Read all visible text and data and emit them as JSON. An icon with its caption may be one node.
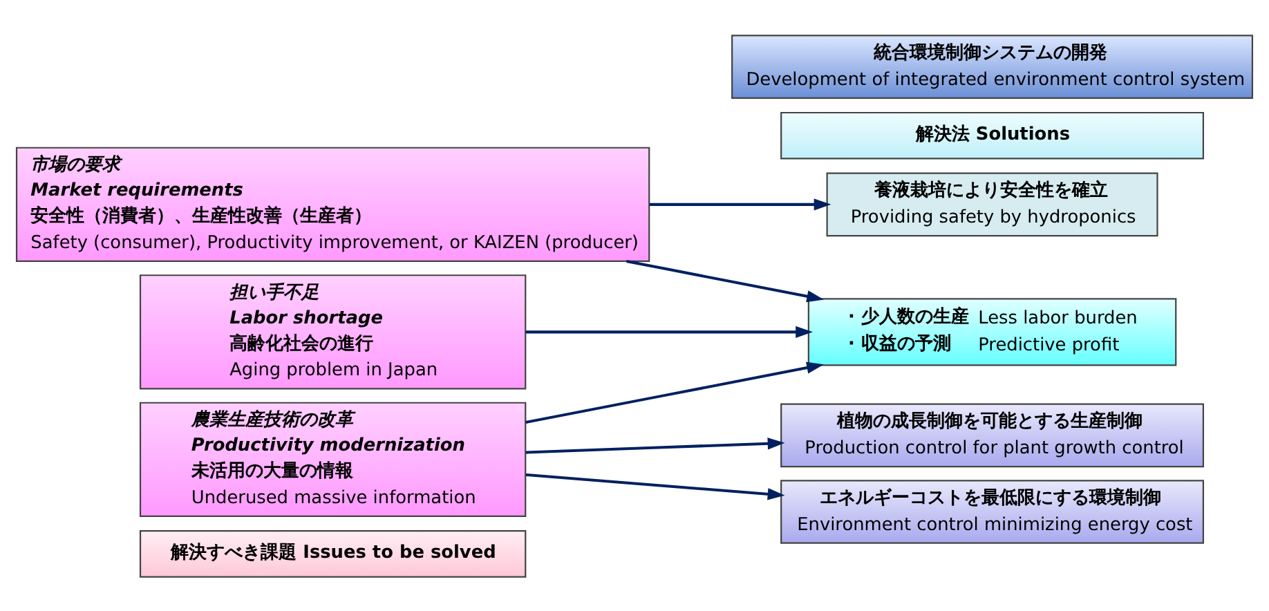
{
  "diagram": {
    "nodes": [
      {
        "text": [
          "解決すべき課題 Issues to be solved"
        ]
      },
      {
        "text": [
          "市場の要求",
          "Market requirements",
          "安全性（消費者）、生産性改善（生産者）",
          "Safety (consumer), Productivity improvement, or KAIZEN (producer)"
        ]
      },
      {
        "text": [
          "農業生産技術の改革",
          "Productivity modernization",
          "未活用の大量の情報",
          "Underused massive information"
        ]
      },
      {
        "text": [
          "担い手不足",
          "Labor shortage",
          "高齢化社会の進行",
          "Aging problem in Japan"
        ]
      },
      {
        "text": [
          "解決法 Solutions"
        ]
      },
      {
        "text": [
          "統合環境制御システムの開発",
          "Development of integrated environment control system"
        ]
      },
      {
        "text": [
          "養液栽培により安全性を確立",
          "Providing safety by hydroponics"
        ]
      },
      {
        "text": [
          "植物の成長制御を可能とする生産制御",
          "Production control for plant growth control"
        ]
      },
      {
        "text": [
          "エネルギーコストを最低限にする環境制御",
          "Environment control minimizing energy cost"
        ]
      },
      {
        "text": [
          "· 少人数の生産",
          "Less labor burden",
          "· 収益の予測",
          "Predictive profit"
        ]
      }
    ],
    "edges": [
      {
        "from": 1,
        "to": 6,
        "arrow": "to"
      },
      {
        "from": 1,
        "to": 9,
        "arrow": "to"
      },
      {
        "from": 2,
        "to": 7,
        "arrow": "to"
      },
      {
        "from": 2,
        "to": 8,
        "arrow": "to"
      },
      {
        "from": 2,
        "to": 9,
        "arrow": "to"
      },
      {
        "from": 3,
        "to": 9,
        "arrow": "to"
      }
    ]
  }
}
